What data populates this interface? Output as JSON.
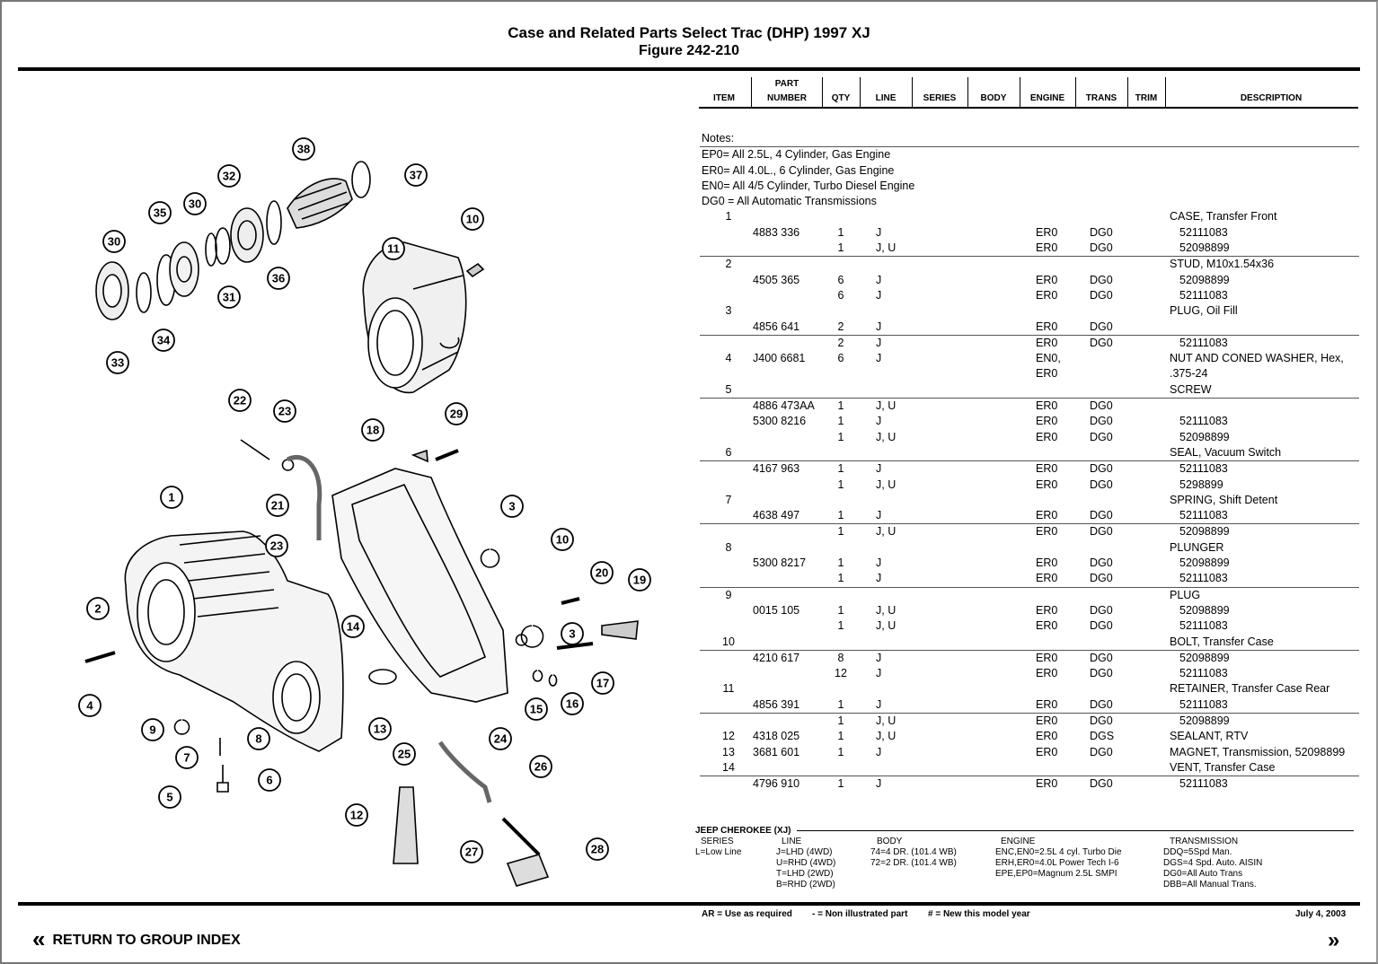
{
  "header": {
    "title": "Case and Related Parts Select Trac (DHP) 1997 XJ",
    "figure": "Figure 242-210"
  },
  "table": {
    "columns": [
      {
        "key": "item",
        "top": "",
        "bottom": "ITEM"
      },
      {
        "key": "part",
        "top": "PART",
        "bottom": "NUMBER"
      },
      {
        "key": "qty",
        "top": "",
        "bottom": "QTY"
      },
      {
        "key": "line",
        "top": "",
        "bottom": "LINE"
      },
      {
        "key": "series",
        "top": "",
        "bottom": "SERIES"
      },
      {
        "key": "body",
        "top": "",
        "bottom": "BODY"
      },
      {
        "key": "engine",
        "top": "",
        "bottom": "ENGINE"
      },
      {
        "key": "trans",
        "top": "",
        "bottom": "TRANS"
      },
      {
        "key": "trim",
        "top": "",
        "bottom": "TRIM"
      },
      {
        "key": "desc",
        "top": "",
        "bottom": "DESCRIPTION"
      }
    ],
    "notes": [
      "Notes:",
      "EP0= All 2.5L, 4 Cylinder, Gas Engine",
      "ER0= All 4.0L., 6 Cylinder, Gas Engine",
      "EN0= All 4/5 Cylinder, Turbo Diesel Engine",
      "DG0 = All Automatic Transmissions"
    ],
    "rows": [
      {
        "item": "1",
        "desc": "CASE, Transfer Front"
      },
      {
        "part": "4883 336",
        "qty": "1",
        "line": "J",
        "engine": "ER0",
        "trans": "DG0",
        "code": "52111083"
      },
      {
        "qty": "1",
        "line": "J, U",
        "engine": "ER0",
        "trans": "DG0",
        "code": "52098899",
        "sep": true
      },
      {
        "item": "2",
        "desc": "STUD, M10x1.54x36"
      },
      {
        "part": "4505 365",
        "qty": "6",
        "line": "J",
        "engine": "ER0",
        "trans": "DG0",
        "code": "52098899"
      },
      {
        "qty": "6",
        "line": "J",
        "engine": "ER0",
        "trans": "DG0",
        "code": "52111083"
      },
      {
        "item": "3",
        "desc": "PLUG, Oil Fill"
      },
      {
        "part": "4856 641",
        "qty": "2",
        "line": "J",
        "engine": "ER0",
        "trans": "DG0",
        "sep": true
      },
      {
        "qty": "2",
        "line": "J",
        "engine": "ER0",
        "trans": "DG0",
        "code": "52111083"
      },
      {
        "item": "4",
        "part": "J400 6681",
        "qty": "6",
        "line": "J",
        "engine": "EN0,",
        "desc": "NUT AND CONED WASHER, Hex,"
      },
      {
        "engine": "ER0",
        "desc": " .375-24"
      },
      {
        "item": "5",
        "desc": "SCREW",
        "sep": true
      },
      {
        "part": "4886 473AA",
        "qty": "1",
        "line": "J, U",
        "engine": "ER0",
        "trans": "DG0"
      },
      {
        "part": "5300 8216",
        "qty": "1",
        "line": "J",
        "engine": "ER0",
        "trans": "DG0",
        "code": "52111083"
      },
      {
        "qty": "1",
        "line": "J, U",
        "engine": "ER0",
        "trans": "DG0",
        "code": "52098899"
      },
      {
        "item": "6",
        "desc": "SEAL, Vacuum Switch",
        "sep": true
      },
      {
        "part": "4167 963",
        "qty": "1",
        "line": "J",
        "engine": "ER0",
        "trans": "DG0",
        "code": "52111083"
      },
      {
        "qty": "1",
        "line": "J, U",
        "engine": "ER0",
        "trans": "DG0",
        "code": "5298899"
      },
      {
        "item": "7",
        "desc": "SPRING, Shift Detent"
      },
      {
        "part": "4638 497",
        "qty": "1",
        "line": "J",
        "engine": "ER0",
        "trans": "DG0",
        "code": "52111083",
        "sep": true
      },
      {
        "qty": "1",
        "line": "J, U",
        "engine": "ER0",
        "trans": "DG0",
        "code": "52098899"
      },
      {
        "item": "8",
        "desc": "PLUNGER"
      },
      {
        "part": "5300 8217",
        "qty": "1",
        "line": "J",
        "engine": "ER0",
        "trans": "DG0",
        "code": "52098899"
      },
      {
        "qty": "1",
        "line": "J",
        "engine": "ER0",
        "trans": "DG0",
        "code": "52111083",
        "sep": true
      },
      {
        "item": "9",
        "desc": "PLUG"
      },
      {
        "part": "0015 105",
        "qty": "1",
        "line": "J, U",
        "engine": "ER0",
        "trans": "DG0",
        "code": "52098899"
      },
      {
        "qty": "1",
        "line": "J, U",
        "engine": "ER0",
        "trans": "DG0",
        "code": "52111083"
      },
      {
        "item": "10",
        "desc": "BOLT, Transfer Case",
        "sep": true
      },
      {
        "part": "4210 617",
        "qty": "8",
        "line": "J",
        "engine": "ER0",
        "trans": "DG0",
        "code": "52098899"
      },
      {
        "qty": "12",
        "line": "J",
        "engine": "ER0",
        "trans": "DG0",
        "code": "52111083"
      },
      {
        "item": "11",
        "desc": "RETAINER, Transfer Case Rear"
      },
      {
        "part": "4856 391",
        "qty": "1",
        "line": "J",
        "engine": "ER0",
        "trans": "DG0",
        "code": "52111083",
        "sep": true
      },
      {
        "qty": "1",
        "line": "J, U",
        "engine": "ER0",
        "trans": "DG0",
        "code": "52098899"
      },
      {
        "item": "12",
        "part": "4318 025",
        "qty": "1",
        "line": "J, U",
        "engine": "ER0",
        "trans": "DGS",
        "desc": "SEALANT, RTV"
      },
      {
        "item": "13",
        "part": "3681 601",
        "qty": "1",
        "line": "J",
        "engine": "ER0",
        "trans": "DG0",
        "desc": "MAGNET, Transmission, 52098899"
      },
      {
        "item": "14",
        "desc": "VENT, Transfer Case",
        "sep": true
      },
      {
        "part": "4796 910",
        "qty": "1",
        "line": "J",
        "engine": "ER0",
        "trans": "DG0",
        "code": "52111083"
      }
    ]
  },
  "legend": {
    "title": "JEEP CHEROKEE (XJ)",
    "series_head": "SERIES",
    "series": [
      "L=Low Line"
    ],
    "line_head": "LINE",
    "line": [
      "J=LHD (4WD)",
      "U=RHD (4WD)",
      "T=LHD (2WD)",
      "B=RHD (2WD)"
    ],
    "body_head": "BODY",
    "body": [
      "74=4 DR. (101.4 WB)",
      "72=2 DR. (101.4 WB)"
    ],
    "engine_head": "ENGINE",
    "engine": [
      "ENC,EN0=2.5L 4 cyl. Turbo Die",
      "ERH,ER0=4.0L Power Tech I-6",
      "EPE,EP0=Magnum 2.5L SMPI"
    ],
    "trans_head": "TRANSMISSION",
    "trans": [
      "DDQ=5Spd Man.",
      "DGS=4 Spd. Auto. AISIN",
      "DG0=All Auto Trans",
      "DBB=All Manual Trans."
    ]
  },
  "footer": {
    "ar": "AR = Use as required",
    "nonill": "- = Non illustrated part",
    "newyear": "# = New this model year",
    "date": "July 4, 2003"
  },
  "nav": {
    "return_label": "RETURN TO GROUP INDEX",
    "back_glyph": "«",
    "next_glyph": "»"
  },
  "diagram": {
    "callouts": [
      "38",
      "37",
      "32",
      "30",
      "35",
      "30",
      "36",
      "31",
      "34",
      "33",
      "10",
      "11",
      "22",
      "23",
      "29",
      "18",
      "21",
      "1",
      "3",
      "23",
      "10",
      "20",
      "19",
      "14",
      "2",
      "3",
      "4",
      "17",
      "16",
      "15",
      "9",
      "13",
      "24",
      "8",
      "7",
      "6",
      "5",
      "25",
      "26",
      "12",
      "27",
      "28"
    ]
  }
}
